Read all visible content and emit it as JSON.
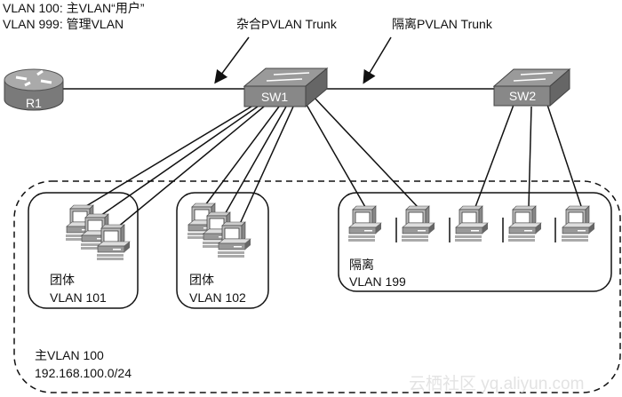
{
  "legend": {
    "line1": "VLAN 100: 主VLAN“用户”",
    "line2": "VLAN 999: 管理VLAN"
  },
  "trunks": {
    "promiscuous": "杂合PVLAN Trunk",
    "isolated": "隔离PVLAN Trunk"
  },
  "devices": {
    "router": "R1",
    "switch1": "SW1",
    "switch2": "SW2"
  },
  "groups": {
    "community1": {
      "type": "团体",
      "vlan": "VLAN 101"
    },
    "community2": {
      "type": "团体",
      "vlan": "VLAN 102"
    },
    "isolated": {
      "type": "隔离",
      "vlan": "VLAN 199"
    },
    "primary": {
      "vlan": "主VLAN 100",
      "subnet": "192.168.100.0/24"
    }
  },
  "watermark": "云栖社区 yq.aliyun.com",
  "colors": {
    "device": "#8a8a8a",
    "line": "#111111"
  }
}
